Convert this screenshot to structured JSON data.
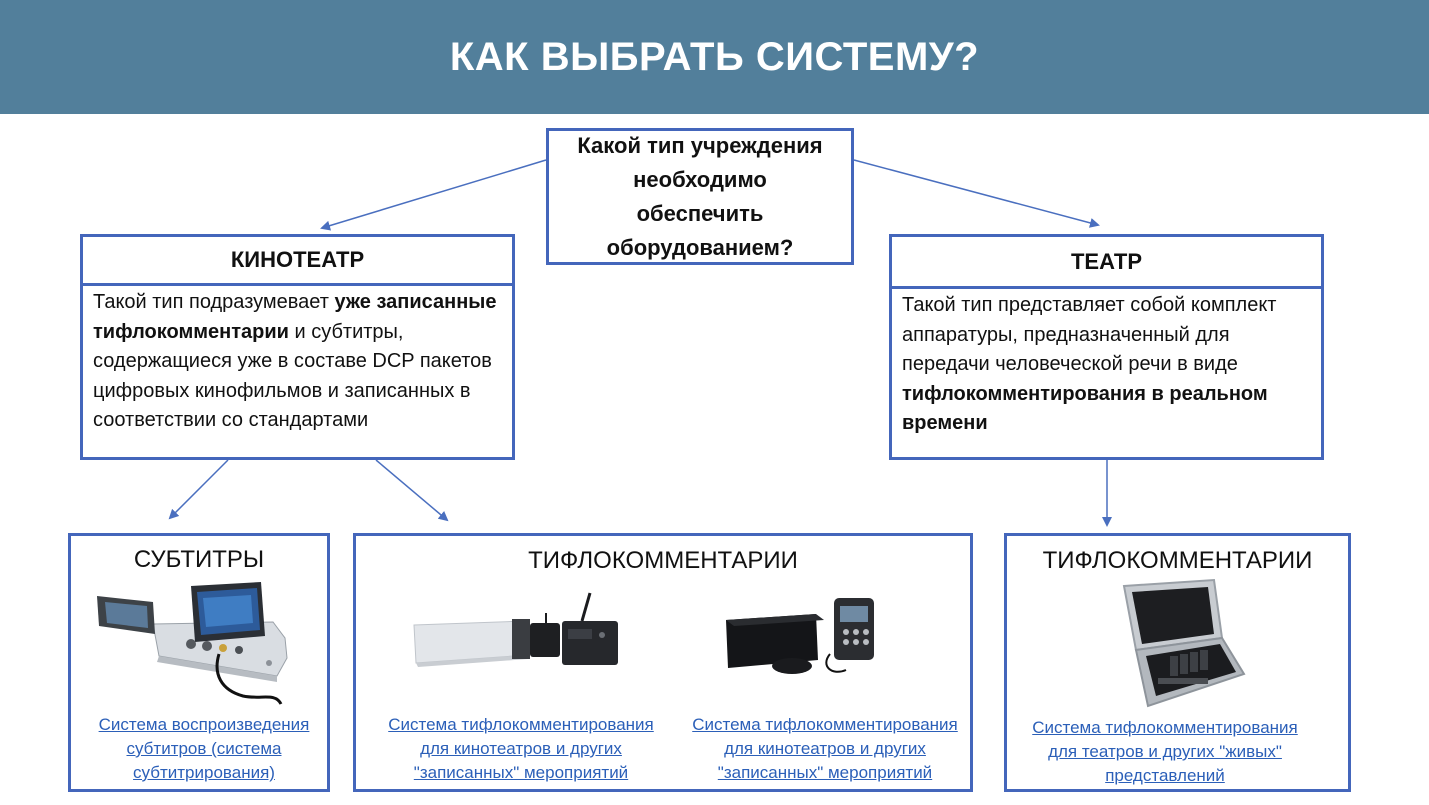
{
  "page": {
    "title": "КАК ВЫБРАТЬ СИСТЕМУ?"
  },
  "question": {
    "text": "Какой тип учреждения необходимо обеспечить оборудованием?"
  },
  "cinema": {
    "title": "КИНОТЕАТР",
    "desc_1": "Такой тип подразумевает ",
    "desc_bold": "уже записанные тифлокомментарии",
    "desc_2": " и субтитры, содержащиеся уже в составе DCP пакетов цифровых кинофильмов и записанных в соответствии со стандартами"
  },
  "theater": {
    "title": "ТЕАТР",
    "desc_1": "Такой тип представляет собой комплект аппаратуры, предназначенный для передачи человеческой речи в виде ",
    "desc_bold": "тифлокомментирования в реальном времени"
  },
  "subtitles": {
    "title": "СУБТИТРЫ",
    "link": "Система воспроизведения субтитров (система субтитрирования)",
    "image": "subtitle-display-unit-photo"
  },
  "audio_cinema": {
    "title": "ТИФЛОКОММЕНТАРИИ",
    "link_1": "Система тифлокомментирования для кинотеатров и других \"записанных\" мероприятий",
    "link_2": "Система тифлокомментирования для кинотеатров и других \"записанных\" мероприятий",
    "image_1": "rack-transmitter-photo",
    "image_2": "receiver-kit-photo"
  },
  "audio_theater": {
    "title": "ТИФЛОКОММЕНТАРИИ",
    "link": "Система тифлокомментирования для театров и других \"живых\" представлений",
    "image": "equipment-case-photo"
  },
  "colors": {
    "header_bg": "#527f9b",
    "box_border": "#4466bb",
    "arrow": "#4a6fbf",
    "link": "#2b5fb8"
  }
}
